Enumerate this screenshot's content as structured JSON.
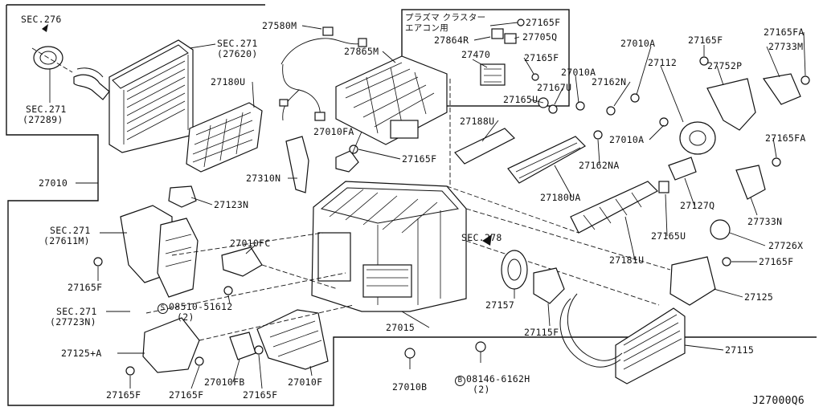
{
  "diagram": {
    "reference_code": "J27000Q6",
    "labels": {
      "sec276": "SEC.276",
      "sec271_27620_a": "SEC.271",
      "sec271_27620_b": "(27620)",
      "sec271_27289_a": "SEC.271",
      "sec271_27289_b": "(27289)",
      "p27580m": "27580M",
      "p27865m": "27865M",
      "p27180u": "27180U",
      "p27010": "27010",
      "p27010fa": "27010FA",
      "p27165f_top": "27165F",
      "p27310n": "27310N",
      "p27123n": "27123N",
      "sec271_27611m_a": "SEC.271",
      "sec271_27611m_b": "(27611M)",
      "p27165f_left": "27165F",
      "p27010fc": "27010FC",
      "screw_08510": "08510-51612",
      "screw_08510_qty": "(2)",
      "sec271_27723n_a": "SEC.271",
      "sec271_27723n_b": "(27723N)",
      "p27125a": "27125+A",
      "p27165f_b1": "27165F",
      "p27010fb": "27010FB",
      "p27165f_b2": "27165F",
      "p27165f_b3": "27165F",
      "p27010f": "27010F",
      "p27015": "27015",
      "p27010b": "27010B",
      "bolt_08146": "08146-6162H",
      "bolt_08146_qty": "(2)",
      "plasma_jp_1": "プラズマ クラスター",
      "plasma_jp_2": "エアコン用",
      "p27165f_plasma1": "27165F",
      "p27864r": "27864R",
      "p27705q": "27705Q",
      "p27470": "27470",
      "p27165f_plasma2": "27165F",
      "p27010a_1": "27010A",
      "p27010a_2": "27010A",
      "p27167u": "27167U",
      "p27162n": "27162N",
      "p27112": "27112",
      "p27165u_1": "27165U",
      "p27188u": "27188U",
      "p27010a_3": "27010A",
      "p27162na": "27162NA",
      "p27180ua": "27180UA",
      "p27165f_r1": "27165F",
      "p27752p": "27752P",
      "p27165fa_1": "27165FA",
      "p27733m": "27733M",
      "p27165fa_2": "27165FA",
      "p27127q": "27127Q",
      "p27733n": "27733N",
      "p27165u_2": "27165U",
      "p27181u": "27181U",
      "p27726x": "27726X",
      "p27165f_r2": "27165F",
      "sec278": "SEC.278",
      "p27157": "27157",
      "p27115f": "27115F",
      "p27125": "27125",
      "p27115": "27115",
      "circle_s": "S",
      "circle_b": "B"
    }
  }
}
